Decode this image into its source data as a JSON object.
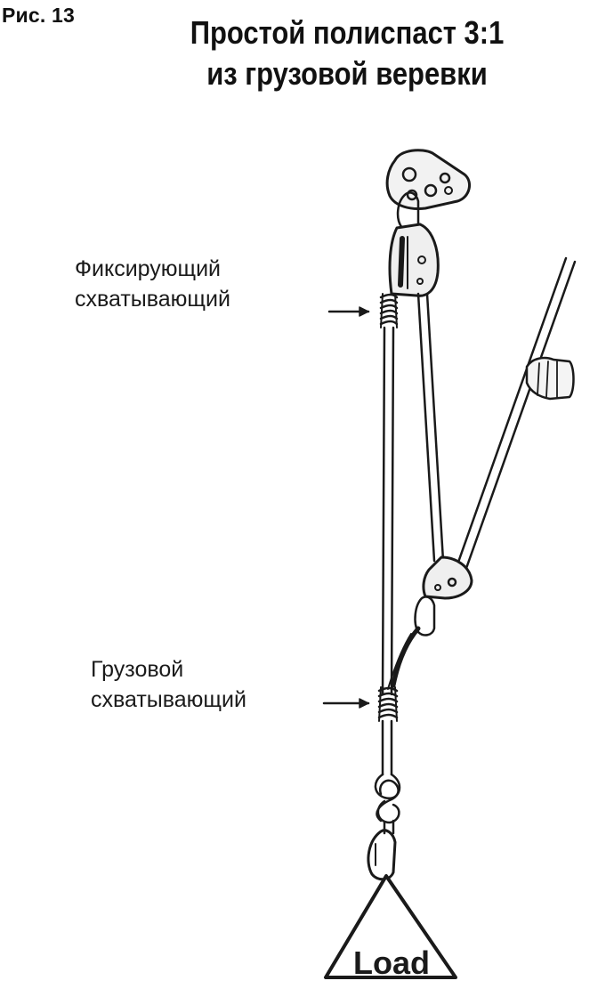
{
  "figure_number": "Рис. 13",
  "title": {
    "line1": "Простой полиспаст 3:1",
    "line2": "из грузовой веревки"
  },
  "labels": {
    "fixing_grab": {
      "line1": "Фиксирующий",
      "line2": "схватывающий"
    },
    "load_grab": {
      "line1": "Грузовой",
      "line2": "схватывающий"
    }
  },
  "load_label": "Load",
  "colors": {
    "ink": "#1a1a1a",
    "background": "#ffffff"
  }
}
